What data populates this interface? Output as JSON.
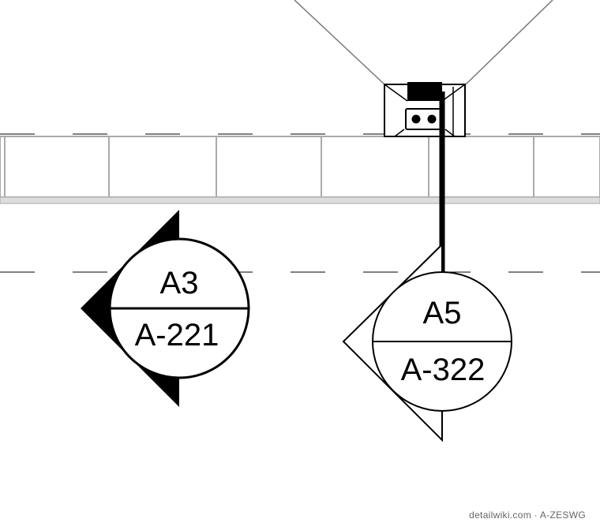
{
  "section_tags": [
    {
      "detail": "A3",
      "sheet": "A-221",
      "direction": "left",
      "style": "filled-arrow"
    },
    {
      "detail": "A5",
      "sheet": "A-322",
      "direction": "left",
      "style": "open-arrow",
      "has_leader": true
    }
  ],
  "watermark": "detailwiki.com · A-ZESWG",
  "colors": {
    "line": "#000000",
    "wall": "#aaaaaa",
    "background": "#ffffff"
  }
}
